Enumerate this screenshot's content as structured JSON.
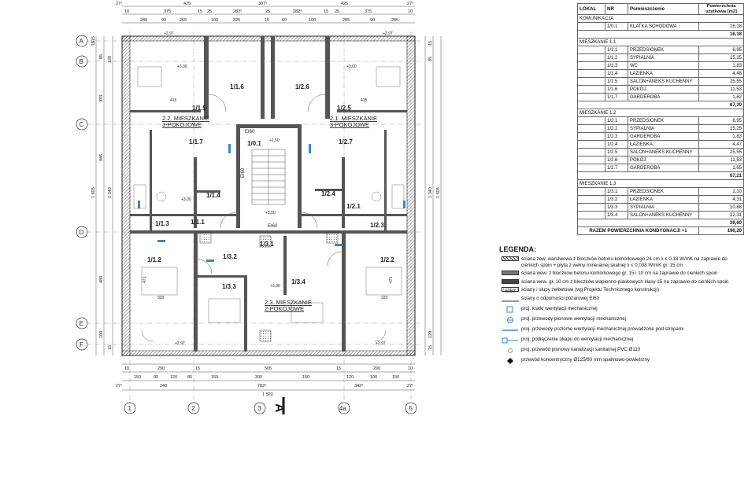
{
  "axes": {
    "rows": [
      "A",
      "B",
      "C",
      "D",
      "E",
      "F"
    ],
    "cols": [
      "1",
      "2",
      "3",
      "4a",
      "5"
    ],
    "section_mark": "A"
  },
  "dims": {
    "top_outer": [
      "27⁵",
      "425",
      "307⁵",
      "425",
      "27⁵"
    ],
    "top_inner": [
      "10",
      "375",
      "15",
      "25",
      "282⁵",
      "25",
      "282⁵",
      "15",
      "25",
      "375",
      "10"
    ],
    "top_3": [
      "285",
      "90",
      "265",
      "100",
      "325",
      "15",
      "60",
      "100",
      "285",
      "90",
      "285"
    ],
    "bottom_inner": [
      "10",
      "290",
      "15",
      "505",
      "15",
      "290",
      "10"
    ],
    "bottom_2": [
      "150",
      "90",
      "120",
      "85",
      "150",
      "300",
      "150",
      "120",
      "100",
      "150"
    ],
    "bottom_outer": [
      "27⁵",
      "340",
      "782⁵",
      "342⁵",
      "27⁵"
    ],
    "bottom_total": "1 520",
    "left": [
      "15",
      "85",
      "115",
      "120",
      "333",
      "946",
      "1 340",
      "1 605",
      "486",
      "100",
      "15"
    ],
    "right": [
      "15",
      "85",
      "120",
      "1 605",
      "1 340",
      "15"
    ]
  },
  "rooms": [
    {
      "id": "1/1.5"
    },
    {
      "id": "1/1.6"
    },
    {
      "id": "1/2.6"
    },
    {
      "id": "1/2.5"
    },
    {
      "id": "1/1.7"
    },
    {
      "id": "1/0.1"
    },
    {
      "id": "1/2.7"
    },
    {
      "id": "1/1.4"
    },
    {
      "id": "1/2.4"
    },
    {
      "id": "1/1.3"
    },
    {
      "id": "1/1.1"
    },
    {
      "id": "1/2.1"
    },
    {
      "id": "1/2.3"
    },
    {
      "id": "1/1.2"
    },
    {
      "id": "1/3.1"
    },
    {
      "id": "1/3.2"
    },
    {
      "id": "1/2.2"
    },
    {
      "id": "1/3.3"
    },
    {
      "id": "1/3.4"
    }
  ],
  "apartments": [
    {
      "line1": "2.2. MIESZKANIE",
      "line2": "3-POKOJOWE"
    },
    {
      "line1": "2.1. MIESZKANIE",
      "line2": "3-POKOJOWE"
    },
    {
      "line1": "2.3. MIESZKANIE",
      "line2": "2-POKOJOWE"
    }
  ],
  "plan_labels": {
    "ei60_a": "EI60",
    "ei60_b": "EI60",
    "ei60_c": "EI60",
    "level_a": "+2,97",
    "level_b": "+2,97",
    "level_c": "+3,00",
    "level_d": "+3,00",
    "level_e": "+1,50",
    "level_f": "+3,00",
    "level_g": "+3,00",
    "level_h": "+3,00",
    "level_i": "+2,97",
    "level_j": "+2,97",
    "area_a": "471",
    "area_b": "471",
    "w_a": "320",
    "w_b": "320",
    "w_c": "415",
    "w_d": "415"
  },
  "table": {
    "headers": {
      "lokal": "LOKAL",
      "nr": "NR",
      "pom": "Pomieszczenie",
      "pow": "Powierzchnia użytkowa [m2]"
    },
    "groups": [
      {
        "name": "KOMUNIKACJA",
        "rows": [
          [
            "1/0.1",
            "KLATKA SCHODOWA",
            "16,18"
          ]
        ],
        "sum": "16,18"
      },
      {
        "name": "MIESZKANIE 1.1",
        "rows": [
          [
            "1/1.1",
            "PRZEDSIONEK",
            "6,95"
          ],
          [
            "1/1.2",
            "SYPIALNIA",
            "15,25"
          ],
          [
            "1/1.3",
            "WC",
            "1,83"
          ],
          [
            "1/1.4",
            "ŁAZIENKA",
            "4,48"
          ],
          [
            "1/1.5",
            "SALON+ANEKS KUCHENNY",
            "25,55"
          ],
          [
            "1/1.6",
            "POKÓJ",
            "11,53"
          ],
          [
            "1/1.7",
            "GARDEROBA",
            "1,62"
          ]
        ],
        "sum": "67,20"
      },
      {
        "name": "MIESZKANIE 1.2",
        "rows": [
          [
            "1/2.1",
            "PRZEDSIONEK",
            "6,95"
          ],
          [
            "1/2.2",
            "SYPIALNIA",
            "15,25"
          ],
          [
            "1/2.3",
            "GARDEROBA",
            "1,83"
          ],
          [
            "1/2.4",
            "ŁAZIENKA",
            "4,47"
          ],
          [
            "1/2.5",
            "SALON+ANEKS KUCHENNY",
            "25,55"
          ],
          [
            "1/2.6",
            "POKÓJ",
            "11,53"
          ],
          [
            "1/2.7",
            "GARDEROBA",
            "1,65"
          ]
        ],
        "sum": "67,21"
      },
      {
        "name": "MIESZKANIE 1.3",
        "rows": [
          [
            "1/3.1",
            "PRZEDSIONEK",
            "2,10"
          ],
          [
            "1/3.2",
            "ŁAZIENKA",
            "4,31"
          ],
          [
            "1/3.3",
            "SYPIALNIA",
            "10,88"
          ],
          [
            "1/3.4",
            "SALON+ANEKS KUCHENNY",
            "22,31"
          ]
        ],
        "sum": "39,60"
      }
    ],
    "total_label": "RAZEM POWIERZCHNIA KONDYGNACJI +1",
    "total_value": "190,20"
  },
  "legend": {
    "title": "LEGENDA:",
    "items": [
      {
        "sym": "wall-ext",
        "text": "ściana zew. warstwowa z bloczków betonu komórkowego 24 cm λ ≤ 0,18 W/mK na zaprawie do cienkich spoin + płyta z wełny mineralnej skalnej λ ≤ 0,038 W/mK gr. 15 cm"
      },
      {
        "sym": "wall-int",
        "text": "ściana wew. z bloczków betonu komórkowego gr. 15 i 10 cm na zaprawie do cienkich spoin"
      },
      {
        "sym": "wall-sil",
        "text": "ściana wew. gr. 10 cm z bloczków wapienno-piaskowych klasy 15 na zaprawie do cienkich spoin"
      },
      {
        "sym": "wall-rc",
        "text": "ściany i słupy żelbetowe (wg Projektu Technicznego konstrukcji)"
      },
      {
        "sym": "ei60",
        "text": "ściany o odporności pożarowej EI60",
        "label": "EI60"
      },
      {
        "sym": "vent-grill",
        "text": "proj. kratki wentylacji mechanicznej"
      },
      {
        "sym": "vent-vert",
        "text": "proj. przewody pionowe wentylacji mechanicznej"
      },
      {
        "sym": "vent-horiz",
        "text": "proj. przewody poziome wentylacji mechanicznej prowadzone pod stropami"
      },
      {
        "sym": "hood",
        "text": "proj. podłączenie okapu do wentylacji mechanicznej"
      },
      {
        "sym": "sewer",
        "text": "proj. przewód pionowy kanalizacji sanitarnej PVC Ø110"
      },
      {
        "sym": "flue",
        "text": "przewód koncentryczny Ø125/80 mm spalinowo-powietrzny"
      }
    ]
  }
}
